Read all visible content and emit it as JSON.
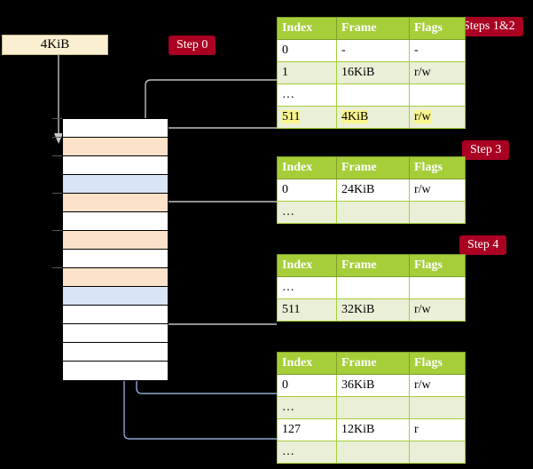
{
  "diagram": {
    "title_visible": false,
    "background_color": "#000000"
  },
  "source_box": {
    "label": "4KiB"
  },
  "badges": [
    {
      "name": "step-0",
      "label": "Step 0",
      "color": "#AA0022"
    },
    {
      "name": "steps-1-2",
      "label": "Steps 1&2",
      "color": "#AA0022"
    },
    {
      "name": "step-3",
      "label": "Step 3",
      "color": "#AA0022"
    },
    {
      "name": "step-4",
      "label": "Step 4",
      "color": "#AA0022"
    }
  ],
  "memory": {
    "rows": [
      {
        "fill": "white"
      },
      {
        "fill": "orange"
      },
      {
        "fill": "white"
      },
      {
        "fill": "blue"
      },
      {
        "fill": "orange"
      },
      {
        "fill": "white"
      },
      {
        "fill": "orange"
      },
      {
        "fill": "white"
      },
      {
        "fill": "orange"
      },
      {
        "fill": "blue"
      },
      {
        "fill": "white"
      },
      {
        "fill": "white"
      },
      {
        "fill": "white"
      },
      {
        "fill": "white"
      }
    ],
    "colors": {
      "orange": "#FCE2C8",
      "blue": "#D9E5F7",
      "white": "#FFFFFF",
      "border": "#000000"
    }
  },
  "tables": [
    {
      "name": "page-table-level-4",
      "headers": [
        "Index",
        "Frame",
        "Flags"
      ],
      "rows": [
        {
          "cells": [
            "0",
            "-",
            "-"
          ],
          "alt": false,
          "highlight": false
        },
        {
          "cells": [
            "1",
            "16KiB",
            "r/w"
          ],
          "alt": true,
          "highlight": false
        },
        {
          "cells": [
            "…",
            "",
            ""
          ],
          "alt": false,
          "highlight": false
        },
        {
          "cells": [
            "511",
            "4KiB",
            "r/w"
          ],
          "alt": true,
          "highlight": true
        }
      ]
    },
    {
      "name": "page-table-level-3",
      "headers": [
        "Index",
        "Frame",
        "Flags"
      ],
      "rows": [
        {
          "cells": [
            "0",
            "24KiB",
            "r/w"
          ],
          "alt": false,
          "highlight": false
        },
        {
          "cells": [
            "…",
            "",
            ""
          ],
          "alt": true,
          "highlight": false
        }
      ]
    },
    {
      "name": "page-table-level-2",
      "headers": [
        "Index",
        "Frame",
        "Flags"
      ],
      "rows": [
        {
          "cells": [
            "…",
            "",
            ""
          ],
          "alt": false,
          "highlight": false
        },
        {
          "cells": [
            "511",
            "32KiB",
            "r/w"
          ],
          "alt": true,
          "highlight": false
        }
      ]
    },
    {
      "name": "page-table-level-1",
      "headers": [
        "Index",
        "Frame",
        "Flags"
      ],
      "rows": [
        {
          "cells": [
            "0",
            "36KiB",
            "r/w"
          ],
          "alt": false,
          "highlight": false
        },
        {
          "cells": [
            "…",
            "",
            ""
          ],
          "alt": true,
          "highlight": false
        },
        {
          "cells": [
            "127",
            "12KiB",
            "r"
          ],
          "alt": false,
          "highlight": false
        },
        {
          "cells": [
            "…",
            "",
            ""
          ],
          "alt": true,
          "highlight": false
        }
      ]
    }
  ],
  "connector_colors": {
    "grey": "#BFBFBF",
    "blue": "#8FA9D6",
    "arrow_grey": "#C8C8C8",
    "arrow_blue": "#4B6FA8"
  }
}
